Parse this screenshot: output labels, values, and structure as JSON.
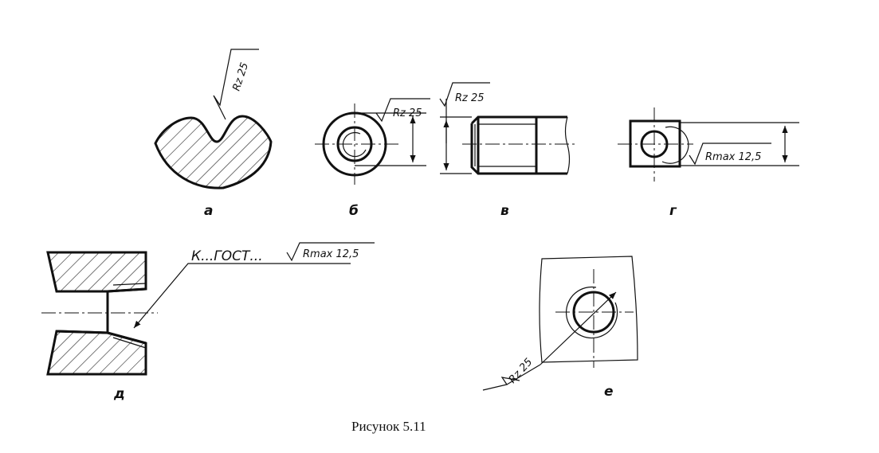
{
  "figure": {
    "caption": "Рисунок 5.11",
    "views": {
      "a": {
        "label": "а",
        "roughness": "Rz 25"
      },
      "b": {
        "label": "б",
        "roughness": "Rz 25"
      },
      "v": {
        "label": "в",
        "roughness": "Rz 25"
      },
      "g": {
        "label": "г",
        "roughness": "Rmax 12,5"
      },
      "d": {
        "label": "д",
        "note": "К...ГОСТ...",
        "roughness": "Rmax 12,5"
      },
      "e": {
        "label": "е",
        "roughness": "Rz 25"
      }
    }
  }
}
